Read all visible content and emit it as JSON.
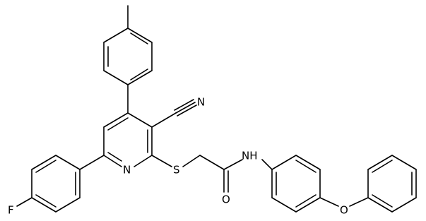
{
  "molecule": {
    "atom_labels": {
      "nitrile_n": "N",
      "pyridine_n": "N",
      "thioether_s": "S",
      "carbonyl_o": "O",
      "amide_nh": "NH",
      "ether_o": "O",
      "fluorine": "F"
    }
  }
}
